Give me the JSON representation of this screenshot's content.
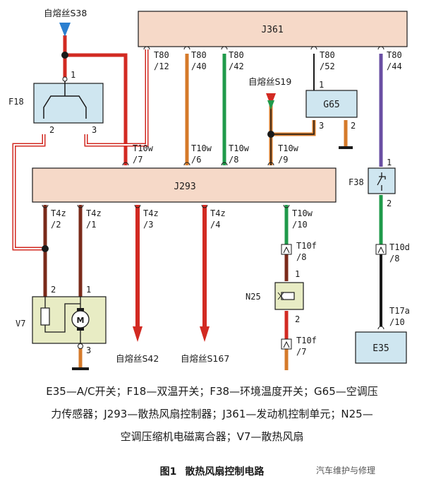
{
  "components": {
    "J361": "J361",
    "J293": "J293",
    "F18": "F18",
    "G65": "G65",
    "F38": "F38",
    "N25": "N25",
    "V7": "V7",
    "E35": "E35",
    "motor_symbol": "M"
  },
  "fuses": {
    "S38": "自熔丝S38",
    "S19": "自熔丝S19",
    "S42": "自熔丝S42",
    "S167": "自熔丝S167"
  },
  "connectors": {
    "j361_pin12": [
      "T80",
      "/12"
    ],
    "j361_pin40": [
      "T80",
      "/40"
    ],
    "j361_pin42": [
      "T80",
      "/42"
    ],
    "j361_pin52": [
      "T80",
      "/52"
    ],
    "j361_pin44": [
      "T80",
      "/44"
    ],
    "j293_top7": [
      "T10w",
      "/7"
    ],
    "j293_top6": [
      "T10w",
      "/6"
    ],
    "j293_top8": [
      "T10w",
      "/8"
    ],
    "j293_top9": [
      "T10w",
      "/9"
    ],
    "j293_bot_t4z2": [
      "T4z",
      "/2"
    ],
    "j293_bot_t4z1": [
      "T4z",
      "/1"
    ],
    "j293_bot_t4z3": [
      "T4z",
      "/3"
    ],
    "j293_bot_t4z4": [
      "T4z",
      "/4"
    ],
    "j293_bot_t10w10": [
      "T10w",
      "/10"
    ],
    "n25_top": [
      "T10f",
      "/8"
    ],
    "n25_bot": [
      "T10f",
      "/7"
    ],
    "f38_bot": [
      "T10d",
      "/8"
    ],
    "e35_top": [
      "T17a",
      "/10"
    ]
  },
  "pins": {
    "f18_1": "1",
    "f18_2": "2",
    "f18_3": "3",
    "g65_1": "1",
    "g65_3": "3",
    "g65_2": "2",
    "f38_1": "1",
    "f38_2": "2",
    "v7_2": "2",
    "v7_1": "1",
    "v7_3": "3",
    "n25_1": "1",
    "n25_2": "2"
  },
  "legend": {
    "line1": "E35—A/C开关；F18—双温开关；F38—环境温度开关；G65—空调压",
    "line2": "力传感器；J293—散热风扇控制器；J361—发动机控制单元；N25—",
    "line3": "空调压缩机电磁离合器；V7—散热风扇"
  },
  "figure": {
    "number": "图1",
    "title": "散热风扇控制电路"
  },
  "watermark": "汽车维护与修理",
  "colors": {
    "module_fill": "#f6d9c8",
    "component_fill": "#e8ecc4",
    "box_fill_blue": "#cfe6f0",
    "wire_red": "#d22a22",
    "wire_orange": "#d57a2a",
    "wire_green": "#1f9a4a",
    "wire_purple": "#6a4fa3",
    "wire_brown": "#7a2a1a",
    "wire_black": "#1a1a1a"
  }
}
